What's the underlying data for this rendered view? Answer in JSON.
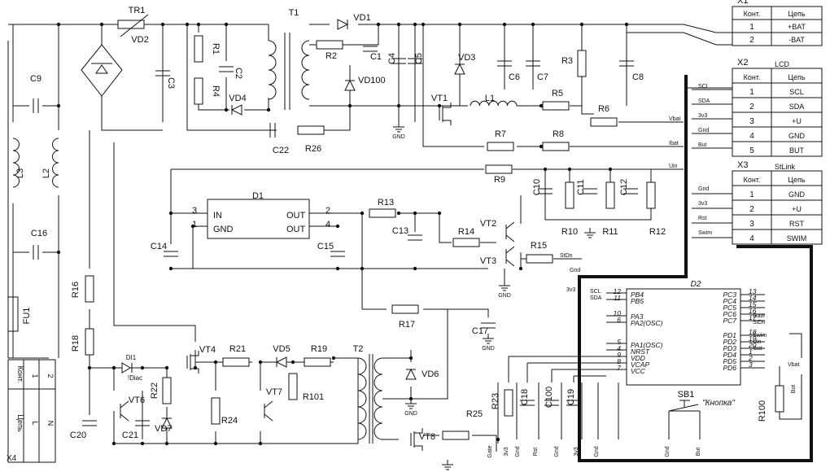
{
  "tables": {
    "x1": {
      "title": "X1",
      "h1": "Конт.",
      "h2": "Цепь",
      "rows": [
        [
          "1",
          "+BAT"
        ],
        [
          "2",
          "-BAT"
        ]
      ]
    },
    "x2": {
      "title": "X2",
      "subtitle": "LCD",
      "h1": "Конт.",
      "h2": "Цепь",
      "rows": [
        [
          "1",
          "SCL"
        ],
        [
          "2",
          "SDA"
        ],
        [
          "3",
          "+U"
        ],
        [
          "4",
          "GND"
        ],
        [
          "5",
          "BUT"
        ]
      ]
    },
    "x3": {
      "title": "X3",
      "subtitle": "StLink",
      "h1": "Конт.",
      "h2": "Цепь",
      "rows": [
        [
          "1",
          "GND"
        ],
        [
          "2",
          "+U"
        ],
        [
          "3",
          "RST"
        ],
        [
          "4",
          "SWIM"
        ]
      ]
    },
    "x4": {
      "title": "X4",
      "h1": "Конт.",
      "h2": "Цепь",
      "rows": [
        [
          "1",
          "L"
        ],
        [
          "2",
          "N"
        ]
      ]
    }
  },
  "mcu": {
    "ref": "D2",
    "left": [
      [
        "12",
        "PB4"
      ],
      [
        "11",
        "PB5"
      ],
      [
        "10",
        "PA3"
      ],
      [
        "6",
        "PA2(OSC)"
      ],
      [
        "5",
        "PA1(OSC)"
      ],
      [
        "4",
        "NRST"
      ],
      [
        "9",
        "VDD"
      ],
      [
        "8",
        "VCAP"
      ],
      [
        "7",
        "VCC"
      ]
    ],
    "right": [
      [
        "13",
        "PC3"
      ],
      [
        "14",
        "PC4"
      ],
      [
        "15",
        "PC5"
      ],
      [
        "16",
        "PC6"
      ],
      [
        "17",
        "PC7"
      ],
      [
        "18",
        "PD1"
      ],
      [
        "19",
        "PD2"
      ],
      [
        "20",
        "PD3"
      ],
      [
        "1",
        "PD4"
      ],
      [
        "2",
        "PD5"
      ],
      [
        "3",
        "PD6"
      ]
    ],
    "ext_left": [
      "SCL",
      "SDA"
    ],
    "ext_right": [
      "Gate",
      "StDn",
      "Swim",
      "Uin",
      "Ibat",
      "But",
      "Vbat"
    ]
  },
  "regulator": {
    "ref": "D1",
    "pins": [
      [
        "3",
        "IN"
      ],
      [
        "1",
        "GND"
      ],
      [
        "2",
        "OUT"
      ],
      [
        "4",
        "OUT"
      ]
    ]
  },
  "nets": [
    "Vbat",
    "Ibat",
    "Uin",
    "SCL",
    "SDA",
    "3v3",
    "Gnd",
    "But",
    "Rst",
    "Swim",
    "StDn",
    "Gate",
    "GND"
  ],
  "bottom_nets": [
    "Gate",
    "3v3",
    "Gnd",
    "Rst",
    "Gnd",
    "3v3",
    "Gnd",
    "Gnd",
    "But"
  ],
  "button_label": "\"Кнопка\"",
  "diac": {
    "ref": "DI1",
    "label": "!Diac"
  },
  "components": {
    "resistors": [
      "R1",
      "R2",
      "R3",
      "R4",
      "R5",
      "R6",
      "R7",
      "R8",
      "R9",
      "R10",
      "R11",
      "R12",
      "R13",
      "R14",
      "R15",
      "R16",
      "R17",
      "R18",
      "R19",
      "R21",
      "R22",
      "R23",
      "R24",
      "R25",
      "R26",
      "R100",
      "R101"
    ],
    "capacitors": [
      "C1",
      "C2",
      "C3",
      "C4",
      "C5",
      "C6",
      "C7",
      "C8",
      "C9",
      "C10",
      "C11",
      "C12",
      "C13",
      "C14",
      "C15",
      "C16",
      "C17",
      "C18",
      "C19",
      "C20",
      "C21",
      "C22",
      "C100"
    ],
    "diodes": [
      "VD1",
      "VD2",
      "VD3",
      "VD4",
      "VD5",
      "VD6",
      "VD7",
      "VD100"
    ],
    "transistors": [
      "VT1",
      "VT2",
      "VT3",
      "VT4",
      "VT6",
      "VT7",
      "VT8"
    ],
    "inductors": [
      "L1",
      "L2",
      "L3"
    ],
    "transformers": [
      "T1",
      "T2"
    ],
    "other": [
      "TR1",
      "FU1",
      "SB1"
    ]
  }
}
